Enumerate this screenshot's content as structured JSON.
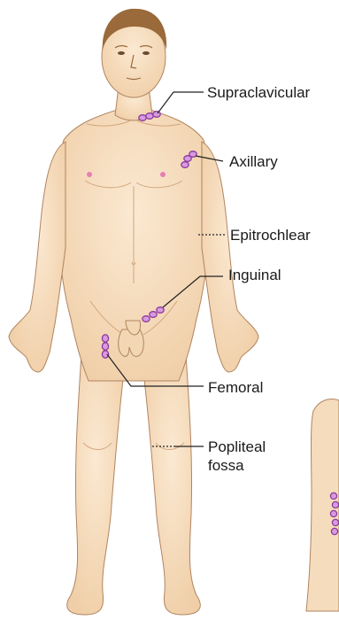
{
  "labels": {
    "supraclavicular": "Supraclavicular",
    "axillary": "Axillary",
    "epitrochlear": "Epitrochlear",
    "inguinal": "Inguinal",
    "femoral": "Femoral",
    "popliteal_line1": "Popliteal",
    "popliteal_line2": "fossa"
  },
  "colors": {
    "skin": "#f7dfc1",
    "skin_shadow": "#e9c49c",
    "outline": "#b08460",
    "hair": "#9a6a3a",
    "node_fill": "#d79be0",
    "node_stroke": "#8e3a9e",
    "nipple": "#e77fb4",
    "leader": "#222222"
  }
}
